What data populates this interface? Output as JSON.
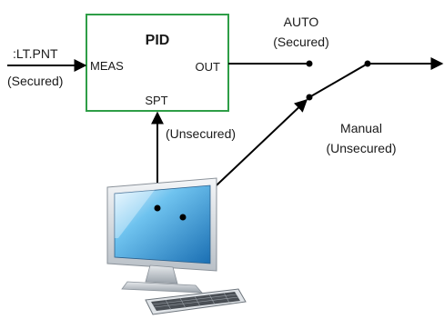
{
  "pid_block": {
    "title": "PID",
    "meas_label": "MEAS",
    "out_label": "OUT",
    "spt_label": "SPT",
    "border_color": "#2e9e47"
  },
  "input": {
    "tag": ":LT.PNT",
    "status": "(Secured)"
  },
  "auto_switch": {
    "label": "AUTO",
    "status": "(Secured)"
  },
  "manual_switch": {
    "label": "Manual",
    "status": "(Unsecured)"
  },
  "setpoint": {
    "status": "(Unsecured)"
  },
  "icons": {
    "computer": "desktop-computer-icon",
    "keyboard": "keyboard-icon"
  }
}
